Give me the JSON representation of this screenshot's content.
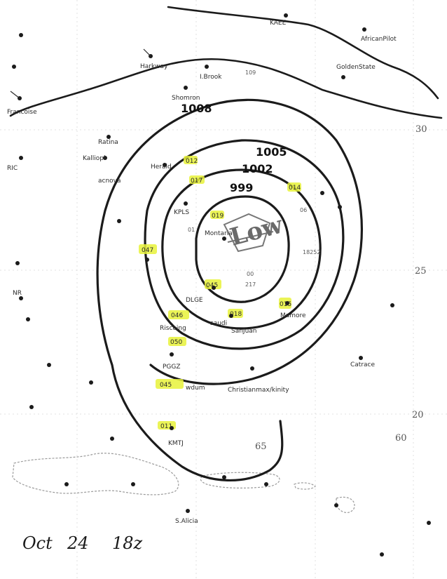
{
  "map_date": {
    "day": "Oct",
    "date": "24",
    "time": "18z"
  },
  "low_label": "Low",
  "isobars": [
    {
      "label": "1008"
    },
    {
      "label": "1005"
    },
    {
      "label": "1002"
    },
    {
      "label": "999"
    }
  ],
  "top_code": "109",
  "lat_labels": [
    "30",
    "25",
    "20"
  ],
  "lon_labels": [
    "65",
    "60"
  ],
  "stations": {
    "kaee": "KAEE",
    "african_pilot": "AfricanPilot",
    "harkway": "Harkway",
    "i_brook": "I.Brook",
    "shomron": "Shomron",
    "golden_state": "GoldenState",
    "francoise": "Francoise",
    "ratina": "Ratina",
    "herald": "Herald",
    "kalliopi": "Kalliopi",
    "acnova": "acnova",
    "ric": "RIC",
    "kpls": "KPLS",
    "san_juan": "SanJuan",
    "saudi": "saudi",
    "dlge": "DLGE",
    "riscoing": "Riscoing",
    "montaria": "Montaria",
    "mamore": "Mamore",
    "christianmax": "Christianmax/kinity",
    "pggz": "PGGZ",
    "wdum": "wdum",
    "kmtj": "KMTJ",
    "s_alicia": "S.Alicia",
    "catrace": "Catrace",
    "nr": "NR"
  },
  "highlighted_values": [
    "012",
    "047",
    "019",
    "046",
    "018",
    "050",
    "045",
    "011",
    "014",
    "045",
    "015",
    "017"
  ],
  "misc_values": [
    "01",
    "00",
    "217",
    "18252",
    "06"
  ]
}
